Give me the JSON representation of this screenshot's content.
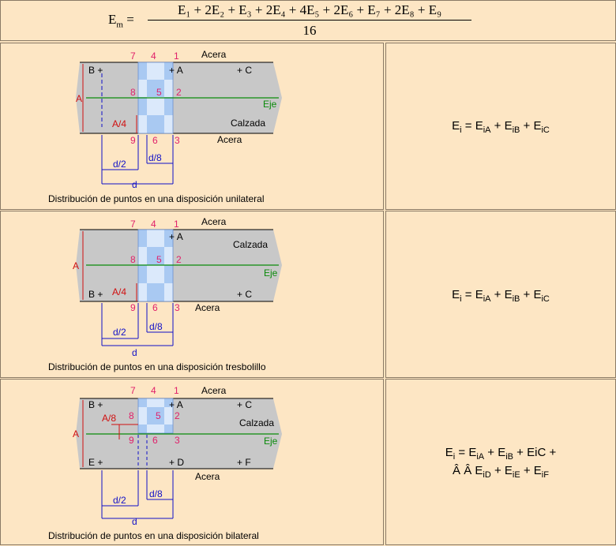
{
  "formula": {
    "lhs": "E",
    "lhs_sub": "m",
    "eq_sign": "=",
    "numerator": "E₁ + 2E₂ + E₃ + 2E₄ + 4E₅ + 2E₆ + E₇ + 2E₈ + E₉",
    "denominator": "16"
  },
  "panels": [
    {
      "caption": "Distribución de puntos en una disposición unilateral",
      "labels": {
        "acera_top": "Acera",
        "acera_bottom": "Acera",
        "calzada": "Calzada",
        "eje": "Eje",
        "A": "A",
        "A4": "A/4",
        "d2": "d/2",
        "d8": "d/8",
        "d": "d",
        "B": "B",
        "Ap": "A",
        "C": "C",
        "n1": "1",
        "n2": "2",
        "n3": "3",
        "n4": "4",
        "n5": "5",
        "n6": "6",
        "n7": "7",
        "n8": "8",
        "n9": "9"
      },
      "equation": {
        "p1": "E",
        "s1": "i",
        "p2": " = E",
        "s2": "iA",
        "p3": " + E",
        "s3": "iB",
        "p4": " + E",
        "s4": "iC"
      }
    },
    {
      "caption": "Distribución de puntos en una disposición  tresbolillo",
      "labels": {
        "acera_top": "Acera",
        "acera_bottom": "Acera",
        "calzada": "Calzada",
        "eje": "Eje",
        "A": "A",
        "A4": "A/4",
        "d2": "d/2",
        "d8": "d/8",
        "d": "d",
        "B": "B",
        "Ap": "A",
        "C": "C",
        "n1": "1",
        "n2": "2",
        "n3": "3",
        "n4": "4",
        "n5": "5",
        "n6": "6",
        "n7": "7",
        "n8": "8",
        "n9": "9"
      },
      "equation": {
        "p1": "E",
        "s1": "i",
        "p2": " = E",
        "s2": "iA",
        "p3": " + E",
        "s3": "iB",
        "p4": " + E",
        "s4": "iC"
      }
    },
    {
      "caption": "Distribución de puntos en una disposición bilateral",
      "labels": {
        "acera_top": "Acera",
        "acera_bottom": "Acera",
        "calzada": "Calzada",
        "eje": "Eje",
        "A": "A",
        "A8": "A/8",
        "d2": "d/2",
        "d8": "d/8",
        "d": "d",
        "B": "B",
        "Ap": "A",
        "C": "C",
        "D": "D",
        "E": "E",
        "F": "F",
        "n1": "1",
        "n2": "2",
        "n3": "3",
        "n4": "4",
        "n5": "5",
        "n6": "6",
        "n7": "7",
        "n8": "8",
        "n9": "9"
      },
      "equation": {
        "line1": {
          "p1": "E",
          "s1": "i",
          "p2": " = E",
          "s2": "iA",
          "p3": " + E",
          "s3": "iB",
          "p4": " + EiC +"
        },
        "line2": {
          "p1": "Â Â E",
          "s1": "iD",
          "p2": " + E",
          "s2": "iE",
          "p3": " + E",
          "s3": "iF"
        }
      }
    }
  ],
  "colors": {
    "road": "#c8c8c8",
    "grid_light": "#dbe9fb",
    "grid_dark": "#a9c9f2",
    "magenta": "#e0206a",
    "blue": "#1010c8",
    "red": "#d01010",
    "green": "#0a8a0a"
  }
}
